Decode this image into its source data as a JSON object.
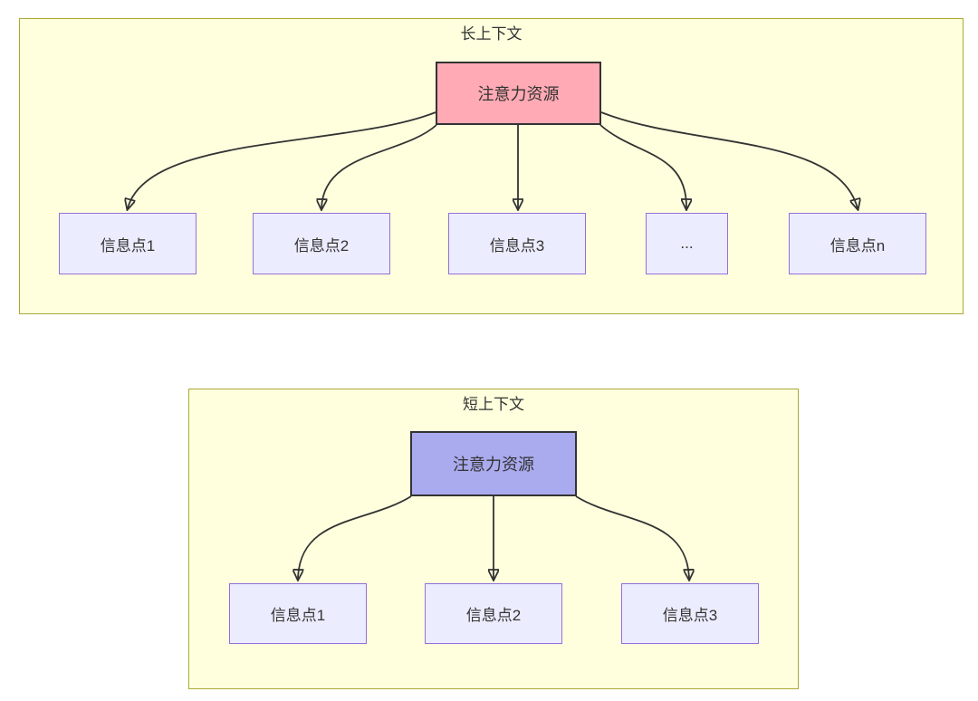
{
  "colors": {
    "canvas_bg": "#ffffff",
    "group_fill": "#ffffde",
    "group_border": "#aaaa33",
    "info_node_fill": "#ececff",
    "info_node_border": "#9370db",
    "attention_long_fill": "#ffaab4",
    "attention_short_fill": "#aaaaee",
    "attention_node_border": "#333333",
    "edge_color": "#333333",
    "text_color": "#333333"
  },
  "long_context": {
    "title": "长上下文",
    "attention_label": "注意力资源",
    "items": [
      "信息点1",
      "信息点2",
      "信息点3",
      "...",
      "信息点n"
    ]
  },
  "short_context": {
    "title": "短上下文",
    "attention_label": "注意力资源",
    "items": [
      "信息点1",
      "信息点2",
      "信息点3"
    ]
  }
}
